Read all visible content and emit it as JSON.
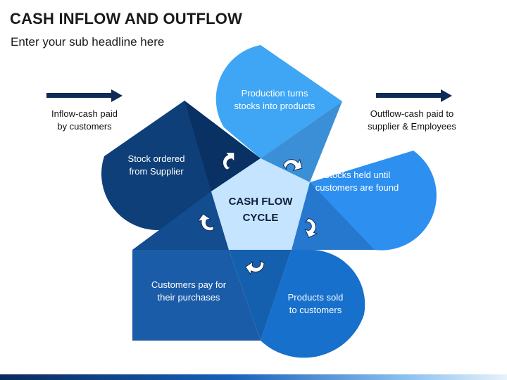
{
  "title": "CASH INFLOW AND OUTFLOW",
  "subtitle": "Enter your sub headline here",
  "inflow_label": "Inflow-cash paid\nby customers",
  "outflow_label": "Outflow-cash paid to\nsupplier & Employees",
  "center": {
    "line1": "CASH FLOW",
    "line2": "CYCLE"
  },
  "steps": [
    {
      "line1": "Production turns",
      "line2": "stocks into products",
      "color": "#3ea6f4"
    },
    {
      "line1": "Stocks held until",
      "line2": "customers are found",
      "color": "#2d8ff0"
    },
    {
      "line1": "Products sold",
      "line2": "to customers",
      "color": "#1670cc"
    },
    {
      "line1": "Customers pay for",
      "line2": "their purchases",
      "color": "#1a5ca8"
    },
    {
      "line1": "Stock ordered",
      "line2": "from Supplier",
      "color": "#0e3f78"
    }
  ],
  "colors": {
    "navy": "#0f2b57",
    "center_fill": "#c5e4ff",
    "title": "#1a1a1a"
  },
  "icons": [
    "right-arrow-icon",
    "cycle-arrow-icon"
  ]
}
